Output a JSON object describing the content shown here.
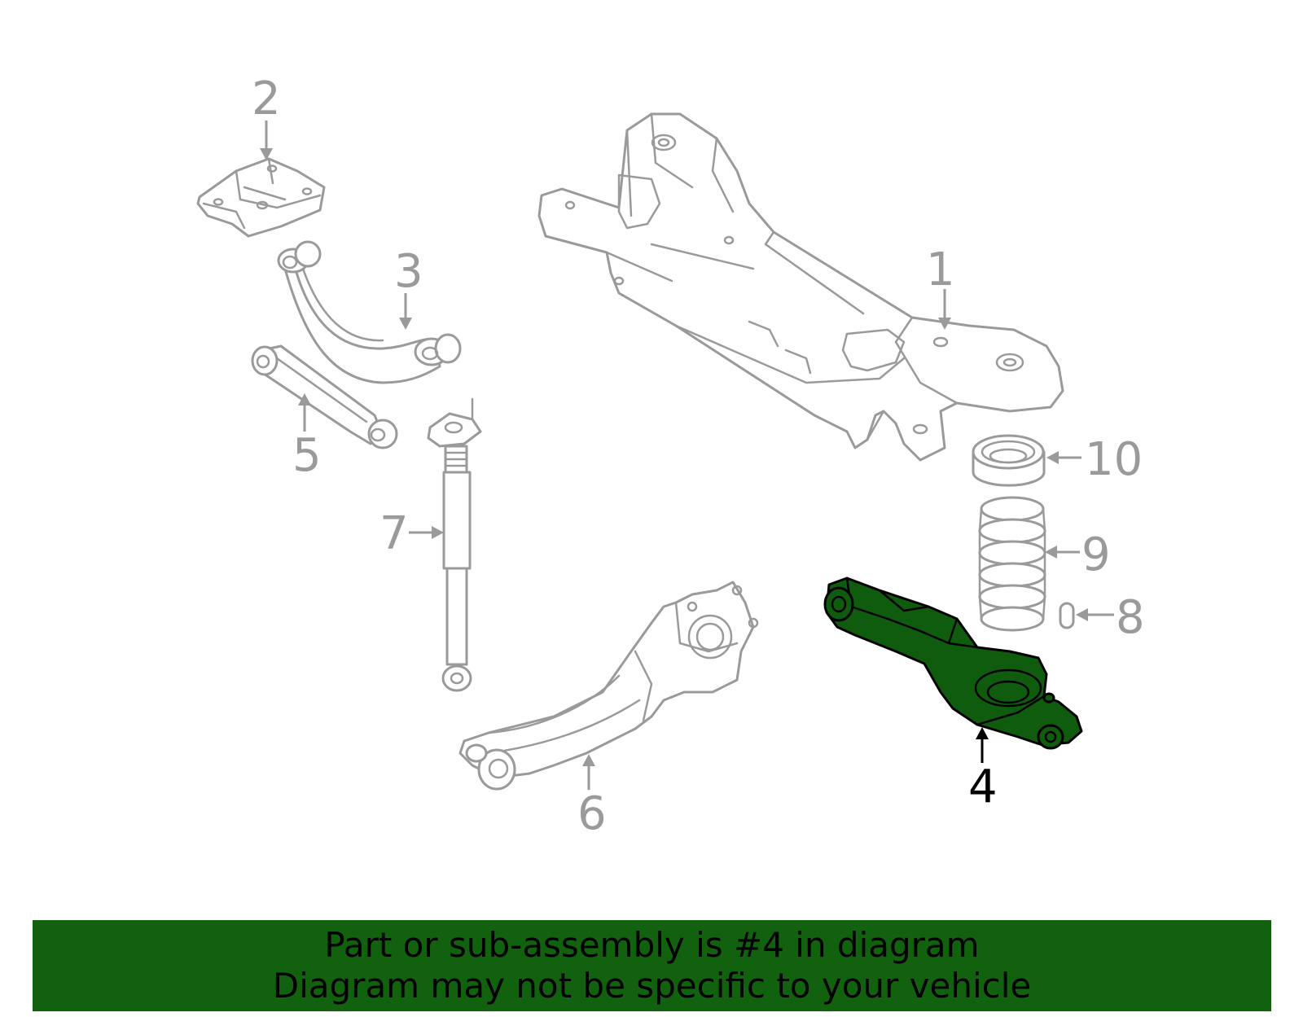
{
  "callouts": {
    "c1": "1",
    "c2": "2",
    "c3": "3",
    "c4": "4",
    "c5": "5",
    "c6": "6",
    "c7": "7",
    "c8": "8",
    "c9": "9",
    "c10": "10"
  },
  "highlighted_part": "4",
  "colors": {
    "highlight": "#0f5c0f",
    "banner": "#11610e",
    "lineart": "#9a9a9a"
  },
  "banner": {
    "line1": "Part or sub-assembly is #4 in diagram",
    "line2": "Diagram may not be specific to your vehicle"
  }
}
